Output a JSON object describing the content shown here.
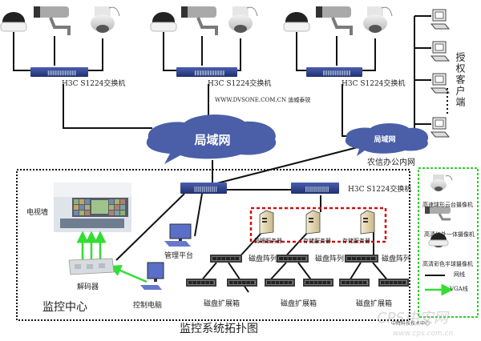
{
  "title": "监控系统拓扑图",
  "switch_label": "H3C S1224交换机",
  "website_label": "WWW.DVSONE.COM.CN  迪威泰锐",
  "clouds": {
    "lan_main": "局域网",
    "lan_office": "局域网",
    "office_network_label": "农信办公内网"
  },
  "clients": {
    "label": "授权客户端"
  },
  "monitor_center": {
    "label": "监控中心",
    "tv_wall": "电视墙",
    "decoder": "解码器",
    "control_pc": "控制电脑",
    "mgmt_platform": "管理平台",
    "switch_label": "H3C S1224交换机"
  },
  "servers": [
    {
      "label": "管理服务器"
    },
    {
      "label": "存储服务器"
    },
    {
      "label": "存储服务器"
    }
  ],
  "disk_arrays": [
    {
      "label": "磁盘阵列"
    },
    {
      "label": "磁盘阵列"
    },
    {
      "label": "磁盘阵列"
    }
  ],
  "expansion_groups": [
    {
      "label": "磁盘扩展箱"
    },
    {
      "label": "磁盘扩展箱"
    },
    {
      "label": "磁盘扩展箱"
    }
  ],
  "legend": {
    "items": [
      {
        "label": "高速球形云台摄像机",
        "icon": "ptz-dome-camera-icon"
      },
      {
        "label": "高清红外一体摄像机",
        "icon": "bullet-camera-icon"
      },
      {
        "label": "高清彩色半球摄像机",
        "icon": "dome-camera-icon"
      },
      {
        "label": "网线",
        "icon": "black-line-icon"
      },
      {
        "label": "VGA线",
        "icon": "green-arrow-icon"
      }
    ]
  },
  "watermark": {
    "brand": "CPS中安网",
    "site": "www.cps.com.cn",
    "center": "中辉科技技术中心"
  },
  "colors": {
    "cloud": "#4a5fa8",
    "switch": "#2b3e86",
    "vga_green": "#33dd33",
    "server_box_red": "#cc1111",
    "legend_green": "#33cc33"
  }
}
